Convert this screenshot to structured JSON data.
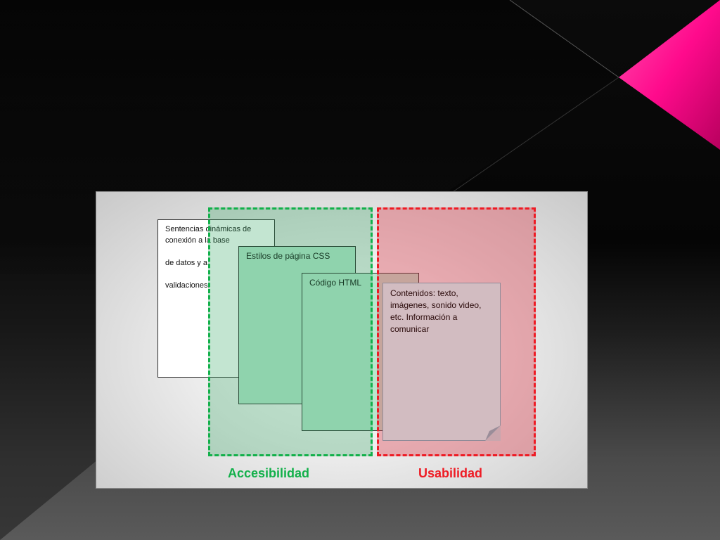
{
  "colors": {
    "accent_pink": "#ff0a8c",
    "accessibility_green": "#12b04a",
    "usability_red": "#ee1b24",
    "doc_green": "#b8e6cd"
  },
  "documents": {
    "server": {
      "line1": "Sentencias dinámicas de conexión a la base",
      "line2": "de datos y a",
      "line3": "validaciones."
    },
    "css": "Estilos de página CSS",
    "html": "Código HTML",
    "content": "Contenidos: texto, imágenes, sonido video, etc. Información a comunicar"
  },
  "labels": {
    "accessibility": "Accesibilidad",
    "usability": "Usabilidad"
  }
}
